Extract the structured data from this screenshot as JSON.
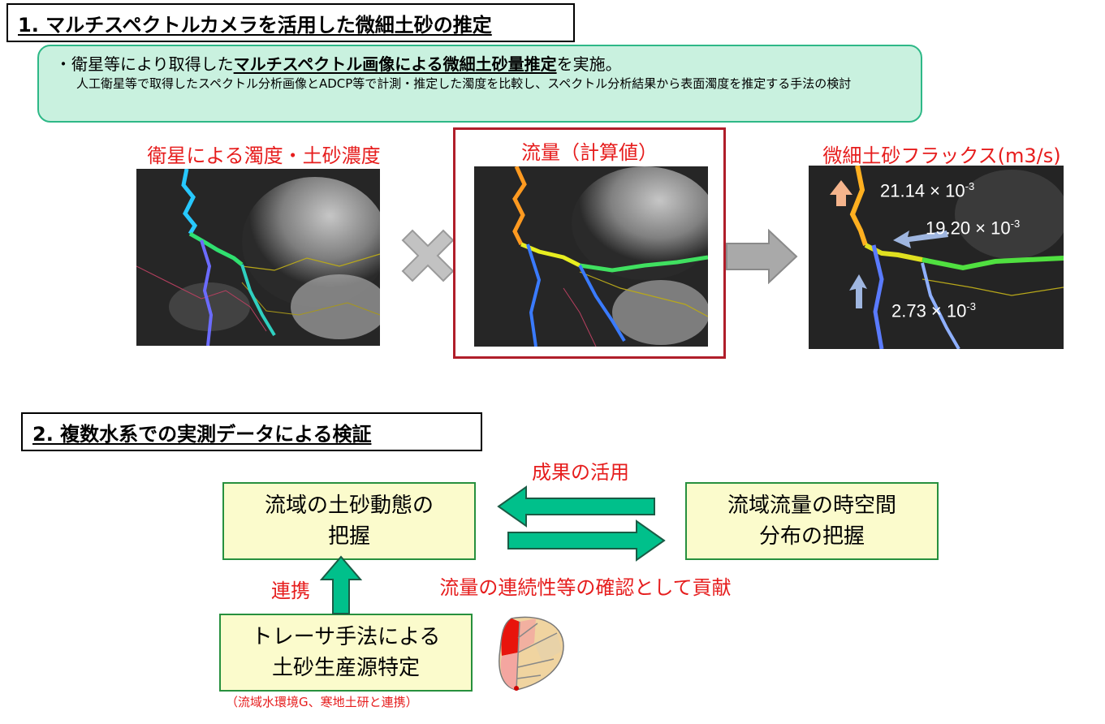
{
  "section1": {
    "title": "1. マルチスペクトルカメラを活用した微細土砂の推定",
    "summary_prefix": "・衛星等により取得した",
    "summary_emph": "マルチスペクトル画像による微細土砂量推定",
    "summary_suffix": "を実施。",
    "summary_detail": "人工衛星等で取得したスペクトル分析画像とADCP等で計測・推定した濁度を比較し、スペクトル分析結果から表面濁度を推定する手法の検討",
    "panel_left_label": "衛星による濁度・土砂濃度",
    "panel_middle_label": "流量（計算値）",
    "panel_right_label": "微細土砂フラックス(m3/s)",
    "flux_values": [
      {
        "mantissa": "21.14 × 10",
        "exp": "-3"
      },
      {
        "mantissa": "19.20 × 10",
        "exp": "-3"
      },
      {
        "mantissa": "2.73 × 10",
        "exp": "-3"
      }
    ]
  },
  "section2": {
    "title": "2. 複数水系での実測データによる検証",
    "box_sediment_line1": "流域の土砂動態の",
    "box_sediment_line2": "把握",
    "box_flow_line1": "流域流量の時空間",
    "box_flow_line2": "分布の把握",
    "box_tracer_line1": "トレーサ手法による",
    "box_tracer_line2": "土砂生産源特定",
    "label_use": "成果の活用",
    "label_contribute": "流量の連続性等の確認として貢献",
    "label_link": "連携",
    "note_collab": "（流域水環境G、寒地土研と連携）"
  },
  "colors": {
    "accent_red": "#e61d1d",
    "arrow_green": "#00c08b",
    "box_fill": "#fbfbcc",
    "box_border": "#27903e",
    "summary_fill": "#c9f1df"
  }
}
